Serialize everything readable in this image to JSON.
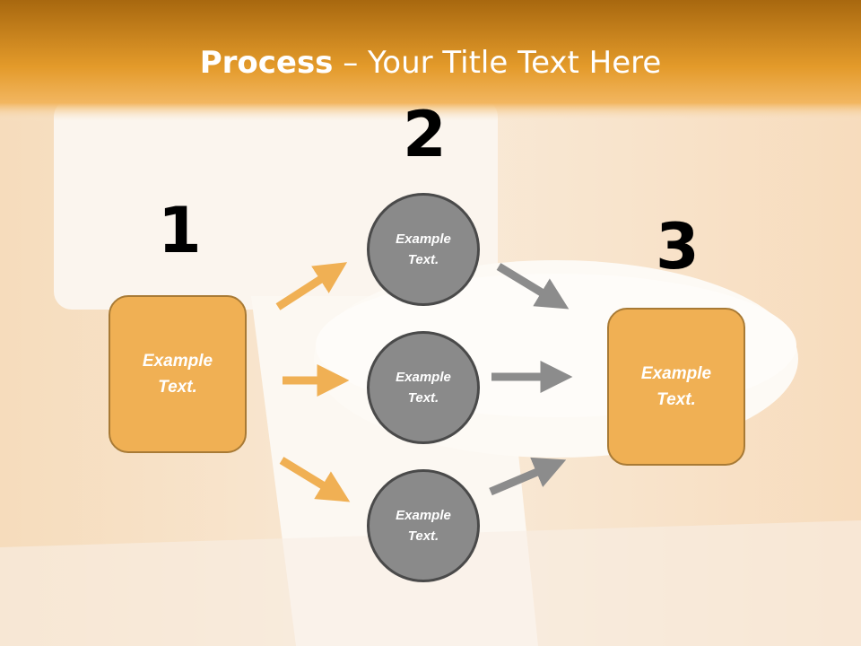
{
  "title": {
    "bold": "Process",
    "rest": " – Your Title Text Here"
  },
  "steps": {
    "one": "1",
    "two": "2",
    "three": "3"
  },
  "nodes": {
    "left_box": "Example\nText.",
    "circle_top": "Example\nText.",
    "circle_mid": "Example\nText.",
    "circle_bottom": "Example\nText.",
    "right_box": "Example\nText."
  },
  "colors": {
    "header": "#e39a2a",
    "box_fill": "#f0b054",
    "circle_fill": "#8a8a8a",
    "arrow_orange": "#f0b054",
    "arrow_gray": "#8c8c8c"
  }
}
